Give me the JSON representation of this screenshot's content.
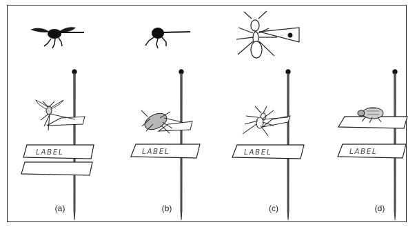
{
  "labels": {
    "card_text": "LABEL"
  },
  "captions": [
    "(a)",
    "(b)",
    "(c)",
    "(d)"
  ]
}
